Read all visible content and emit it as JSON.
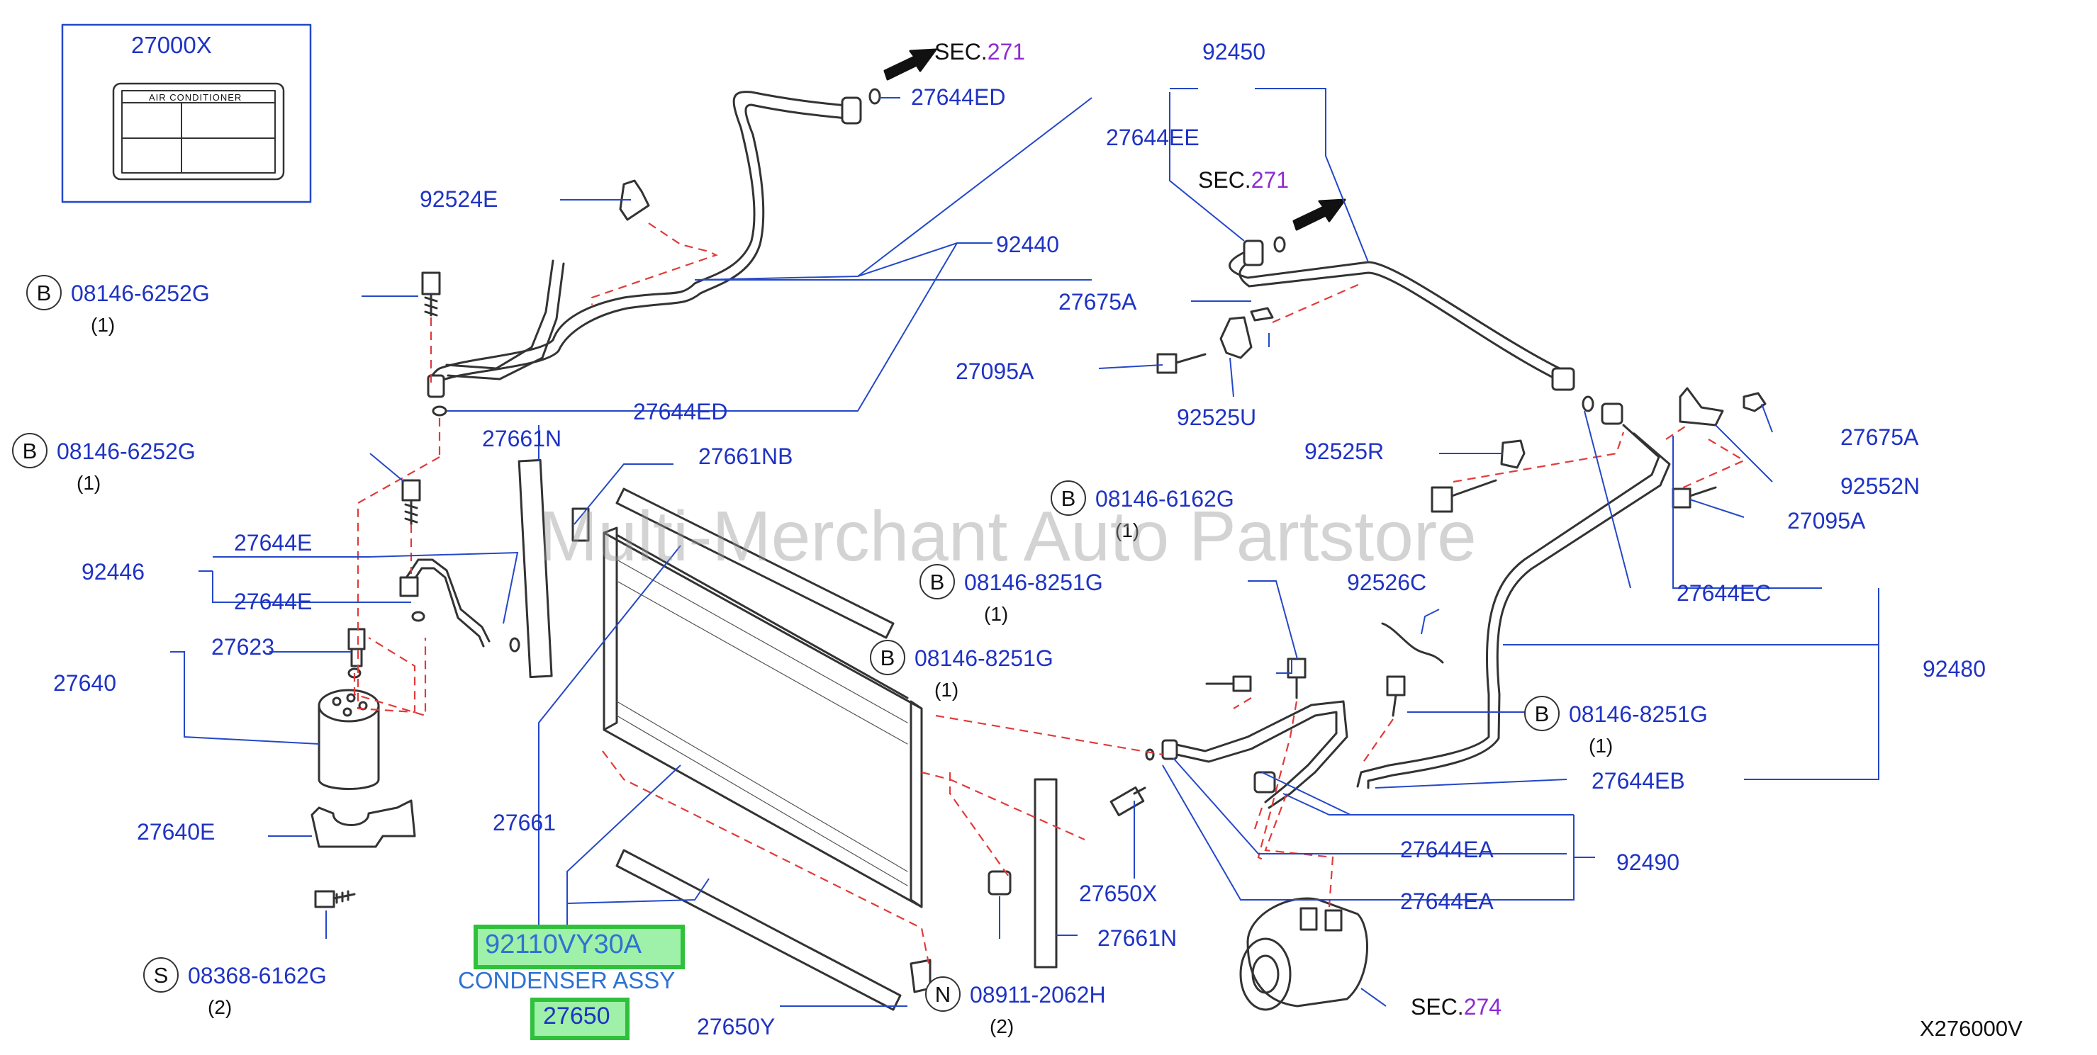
{
  "diagram": {
    "watermark": "Multi-Merchant Auto Partstore",
    "code": "X276000V",
    "colors": {
      "label": "#1f33c4",
      "sec": "#8e2bd0",
      "line": "#2448c8",
      "dash": "#e23a3a",
      "part": "#333333",
      "highlight_fill": "#9ff0a8",
      "highlight_border": "#2fc13c",
      "highlight_text": "#2d72d2"
    },
    "label_box": {
      "id": "27000X",
      "title": "AIR CONDITIONER"
    },
    "labels": [
      {
        "key": "sec_top",
        "text": "SEC.",
        "sec": "271"
      },
      {
        "key": "sec_mid",
        "text": "SEC.",
        "sec": "271"
      },
      {
        "key": "sec_bot",
        "text": "SEC.",
        "sec": "274"
      },
      {
        "key": "l27644ED_1",
        "text": "27644ED"
      },
      {
        "key": "l92524E",
        "text": "92524E"
      },
      {
        "key": "l92440",
        "text": "92440"
      },
      {
        "key": "l08146_6252G_1",
        "text": "08146-6252G",
        "qty": "(1)",
        "badge": "B"
      },
      {
        "key": "l27644ED_2",
        "text": "27644ED"
      },
      {
        "key": "l08146_6252G_2",
        "text": "08146-6252G",
        "qty": "(1)",
        "badge": "B"
      },
      {
        "key": "l27661N_1",
        "text": "27661N"
      },
      {
        "key": "l27661NB",
        "text": "27661NB"
      },
      {
        "key": "l27644E_1",
        "text": "27644E"
      },
      {
        "key": "l92446",
        "text": "92446"
      },
      {
        "key": "l27644E_2",
        "text": "27644E"
      },
      {
        "key": "l27623",
        "text": "27623"
      },
      {
        "key": "l27640",
        "text": "27640"
      },
      {
        "key": "l27640E",
        "text": "27640E"
      },
      {
        "key": "l27661",
        "text": "27661"
      },
      {
        "key": "l08368_6162G",
        "text": "08368-6162G",
        "qty": "(2)",
        "badge": "S"
      },
      {
        "key": "l92450",
        "text": "92450"
      },
      {
        "key": "l27644EE",
        "text": "27644EE"
      },
      {
        "key": "l27675A_1",
        "text": "27675A"
      },
      {
        "key": "l27095A_1",
        "text": "27095A"
      },
      {
        "key": "l92525U",
        "text": "92525U"
      },
      {
        "key": "l92525R",
        "text": "92525R"
      },
      {
        "key": "l27675A_2",
        "text": "27675A"
      },
      {
        "key": "l92552N",
        "text": "92552N"
      },
      {
        "key": "l27095A_2",
        "text": "27095A"
      },
      {
        "key": "l08146_6162G",
        "text": "08146-6162G",
        "qty": "(1)",
        "badge": "B"
      },
      {
        "key": "l08146_8251G_1",
        "text": "08146-8251G",
        "qty": "(1)",
        "badge": "B"
      },
      {
        "key": "l92526C",
        "text": "92526C"
      },
      {
        "key": "l27644EC",
        "text": "27644EC"
      },
      {
        "key": "l92480",
        "text": "92480"
      },
      {
        "key": "l08146_8251G_2",
        "text": "08146-8251G",
        "qty": "(1)",
        "badge": "B"
      },
      {
        "key": "l08146_8251G_3",
        "text": "08146-8251G",
        "qty": "(1)",
        "badge": "B"
      },
      {
        "key": "l27644EB",
        "text": "27644EB"
      },
      {
        "key": "l27644EA_1",
        "text": "27644EA"
      },
      {
        "key": "l92490",
        "text": "92490"
      },
      {
        "key": "l27644EA_2",
        "text": "27644EA"
      },
      {
        "key": "l27650X",
        "text": "27650X"
      },
      {
        "key": "l27661N_2",
        "text": "27661N"
      },
      {
        "key": "l08911_2062H",
        "text": "08911-2062H",
        "qty": "(2)",
        "badge": "N"
      },
      {
        "key": "l27650Y",
        "text": "27650Y"
      },
      {
        "key": "l27661_behind",
        "text": "27661"
      }
    ],
    "highlighted": {
      "part_number": "92110VY30A",
      "name": "CONDENSER ASSY",
      "ref": "27650"
    }
  }
}
